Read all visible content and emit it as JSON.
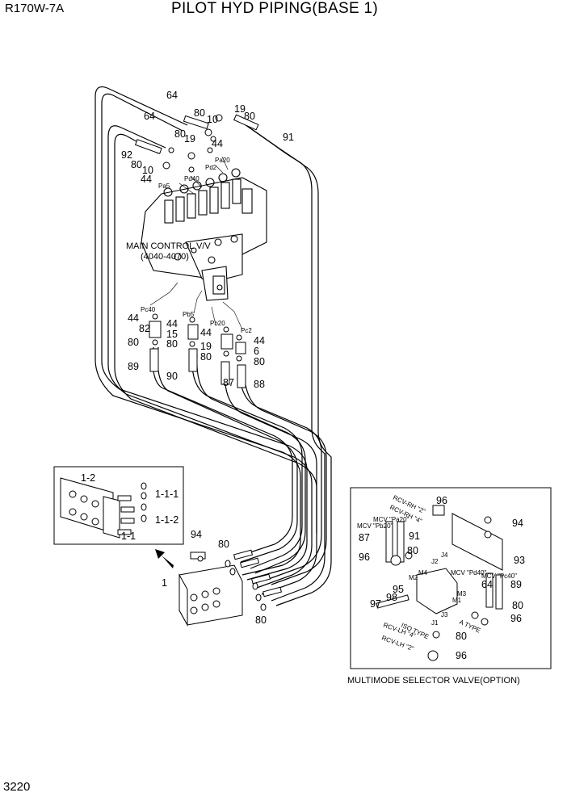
{
  "header": {
    "model": "R170W-7A",
    "title": "PILOT HYD PIPING(BASE 1)"
  },
  "page_number": "3220",
  "main_valve": {
    "name": "MAIN CONTROL V/V",
    "range": "(4040-4070)"
  },
  "port_labels": [
    "Pa5",
    "Pd40",
    "Pd2",
    "Pa20",
    "Pc40",
    "Pb5",
    "Pb20",
    "Pc2"
  ],
  "part_numbers": [
    "64",
    "64",
    "80",
    "10",
    "19",
    "80",
    "91",
    "80",
    "19",
    "44",
    "92",
    "80",
    "10",
    "44",
    "44",
    "82",
    "80",
    "89",
    "44",
    "15",
    "80",
    "90",
    "44",
    "19",
    "80",
    "87",
    "44",
    "6",
    "80",
    "88",
    "1",
    "94",
    "80",
    "80",
    "1-2",
    "1-1-1",
    "1-1-2",
    "1-1"
  ],
  "inset_right": {
    "caption": "MULTIMODE SELECTOR VALVE(OPTION)",
    "labels": [
      "RCV-RH \"2\"",
      "RCV-RH \"4\"",
      "MCV \"Pa20\"",
      "MCV \"Pb20\"",
      "MCV \"Pd40\"",
      "MCV \"Pc40\"",
      "RCV-LH \"4\"",
      "RCV-LH \"2\"",
      "ISO TYPE",
      "A TYPE"
    ],
    "ports": [
      "J2",
      "J4",
      "M4",
      "M2",
      "M3",
      "M1",
      "J1",
      "J3"
    ],
    "numbers": [
      "96",
      "94",
      "87",
      "91",
      "80",
      "96",
      "93",
      "95",
      "64",
      "89",
      "97",
      "98",
      "80",
      "96",
      "80",
      "96"
    ]
  }
}
